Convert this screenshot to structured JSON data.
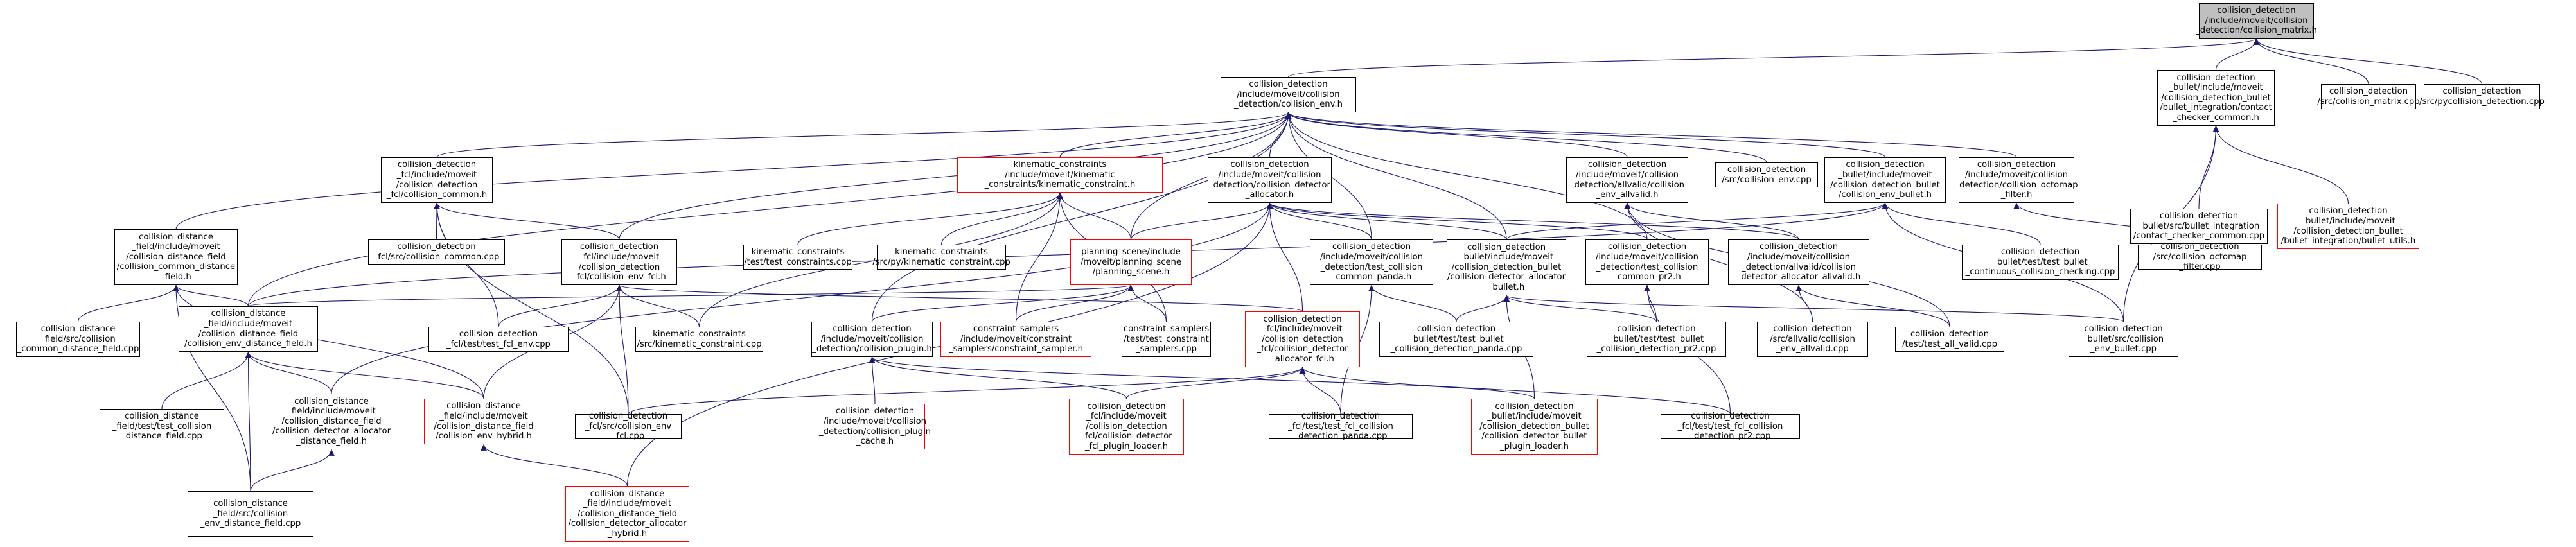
{
  "graph": {
    "edge_color": "#191970",
    "colors": {
      "normal_border": "#000000",
      "truncated_border": "#ff0000",
      "root_fill": "#bfbfbf"
    },
    "nodes": [
      {
        "id": "n1",
        "style": "root",
        "label": "collision_detection\n/include/moveit/collision\n_detection/collision_matrix.h"
      },
      {
        "id": "n2",
        "style": "normal",
        "label": "collision_detection\n/include/moveit/collision\n_detection/collision_env.h"
      },
      {
        "id": "n3",
        "style": "normal",
        "label": "collision_detection\n_bullet/include/moveit\n/collision_detection_bullet\n/bullet_integration/contact\n_checker_common.h"
      },
      {
        "id": "n4",
        "style": "normal",
        "label": "collision_detection\n/src/collision_matrix.cpp"
      },
      {
        "id": "n5",
        "style": "normal",
        "label": "collision_detection\n/src/pycollision_detection.cpp"
      },
      {
        "id": "n6",
        "style": "normal",
        "label": "collision_distance\n_field/include/moveit\n/collision_distance_field\n/collision_common_distance\n_field.h"
      },
      {
        "id": "n7",
        "style": "normal",
        "label": "collision_detection\n_fcl/include/moveit\n/collision_detection\n_fcl/collision_common.h"
      },
      {
        "id": "n8",
        "style": "red",
        "label": "kinematic_constraints\n/include/moveit/kinematic\n_constraints/kinematic_constraint.h"
      },
      {
        "id": "n9",
        "style": "normal",
        "label": "collision_detection\n/include/moveit/collision\n_detection/collision_detector\n_allocator.h"
      },
      {
        "id": "n10",
        "style": "normal",
        "label": "collision_detection\n/include/moveit/collision\n_detection/allvalid/collision\n_env_allvalid.h"
      },
      {
        "id": "n11",
        "style": "normal",
        "label": "collision_detection\n/src/collision_env.cpp"
      },
      {
        "id": "n12",
        "style": "normal",
        "label": "collision_detection\n_bullet/include/moveit\n/collision_detection_bullet\n/collision_env_bullet.h"
      },
      {
        "id": "n13",
        "style": "normal",
        "label": "collision_detection\n/include/moveit/collision\n_detection/collision_octomap\n_filter.h"
      },
      {
        "id": "n14",
        "style": "normal",
        "label": "collision_detection\n_bullet/src/bullet_integration\n/contact_checker_common.cpp"
      },
      {
        "id": "n15",
        "style": "red",
        "label": "collision_detection\n_bullet/include/moveit\n/collision_detection_bullet\n/bullet_integration/bullet_utils.h"
      },
      {
        "id": "n16",
        "style": "normal",
        "label": "collision_detection\n_fcl/src/collision_common.cpp"
      },
      {
        "id": "n17",
        "style": "normal",
        "label": "collision_detection\n_fcl/include/moveit\n/collision_detection\n_fcl/collision_env_fcl.h"
      },
      {
        "id": "n18",
        "style": "normal",
        "label": "kinematic_constraints\n/test/test_constraints.cpp"
      },
      {
        "id": "n19",
        "style": "normal",
        "label": "kinematic_constraints\n/src/py/kinematic_constraint.cpp"
      },
      {
        "id": "n20",
        "style": "red",
        "label": "planning_scene/include\n/moveit/planning_scene\n/planning_scene.h"
      },
      {
        "id": "n21",
        "style": "normal",
        "label": "collision_detection\n/include/moveit/collision\n_detection/test_collision\n_common_panda.h"
      },
      {
        "id": "n22",
        "style": "normal",
        "label": "collision_detection\n_bullet/include/moveit\n/collision_detection_bullet\n/collision_detector_allocator\n_bullet.h"
      },
      {
        "id": "n23",
        "style": "normal",
        "label": "collision_detection\n/include/moveit/collision\n_detection/test_collision\n_common_pr2.h"
      },
      {
        "id": "n24",
        "style": "normal",
        "label": "collision_detection\n/include/moveit/collision\n_detection/allvalid/collision\n_detector_allocator_allvalid.h"
      },
      {
        "id": "n25",
        "style": "normal",
        "label": "collision_detection\n_bullet/test/test_bullet\n_continuous_collision_checking.cpp"
      },
      {
        "id": "n26",
        "style": "normal",
        "label": "collision_detection\n/src/collision_octomap\n_filter.cpp"
      },
      {
        "id": "n27",
        "style": "normal",
        "label": "collision_detection\n_bullet/src/collision\n_env_bullet.cpp"
      },
      {
        "id": "n28",
        "style": "normal",
        "label": "collision_detection\n_fcl/test/test_fcl_env.cpp"
      },
      {
        "id": "n29",
        "style": "normal",
        "label": "kinematic_constraints\n/src/kinematic_constraint.cpp"
      },
      {
        "id": "n30",
        "style": "red",
        "label": "constraint_samplers\n/include/moveit/constraint\n_samplers/constraint_sampler.h"
      },
      {
        "id": "n31",
        "style": "normal",
        "label": "constraint_samplers\n/test/test_constraint\n_samplers.cpp"
      },
      {
        "id": "n32",
        "style": "normal",
        "label": "collision_detection\n/include/moveit/collision\n_detection/collision_plugin.h"
      },
      {
        "id": "n33",
        "style": "red",
        "label": "collision_detection\n_fcl/include/moveit\n/collision_detection\n_fcl/collision_detector\n_allocator_fcl.h"
      },
      {
        "id": "n34",
        "style": "normal",
        "label": "collision_detection\n_bullet/test/test_bullet\n_collision_detection_panda.cpp"
      },
      {
        "id": "n35",
        "style": "normal",
        "label": "collision_detection\n_bullet/test/test_bullet\n_collision_detection_pr2.cpp"
      },
      {
        "id": "n36",
        "style": "normal",
        "label": "collision_detection\n/src/allvalid/collision\n_env_allvalid.cpp"
      },
      {
        "id": "n37",
        "style": "normal",
        "label": "collision_detection\n/test/test_all_valid.cpp"
      },
      {
        "id": "n38",
        "style": "normal",
        "label": "collision_distance\n_field/include/moveit\n/collision_distance_field\n/collision_env_distance_field.h"
      },
      {
        "id": "n39",
        "style": "normal",
        "label": "collision_distance\n_field/src/collision\n_common_distance_field.cpp"
      },
      {
        "id": "n40",
        "style": "normal",
        "label": "collision_distance\n_field/test/test_collision\n_distance_field.cpp"
      },
      {
        "id": "n41",
        "style": "normal",
        "label": "collision_distance\n_field/include/moveit\n/collision_distance_field\n/collision_detector_allocator\n_distance_field.h"
      },
      {
        "id": "n42",
        "style": "red",
        "label": "collision_distance\n_field/include/moveit\n/collision_distance_field\n/collision_env_hybrid.h"
      },
      {
        "id": "n43",
        "style": "normal",
        "label": "collision_detection\n_fcl/src/collision_env\n_fcl.cpp"
      },
      {
        "id": "n44",
        "style": "red",
        "label": "collision_detection\n/include/moveit/collision\n_detection/collision_plugin\n_cache.h"
      },
      {
        "id": "n45",
        "style": "red",
        "label": "collision_detection\n_fcl/include/moveit\n/collision_detection\n_fcl/collision_detector\n_fcl_plugin_loader.h"
      },
      {
        "id": "n46",
        "style": "normal",
        "label": "collision_detection\n_fcl/test/test_fcl_collision\n_detection_panda.cpp"
      },
      {
        "id": "n47",
        "style": "red",
        "label": "collision_detection\n_bullet/include/moveit\n/collision_detection_bullet\n/collision_detector_bullet\n_plugin_loader.h"
      },
      {
        "id": "n48",
        "style": "normal",
        "label": "collision_detection\n_fcl/test/test_fcl_collision\n_detection_pr2.cpp"
      },
      {
        "id": "n49",
        "style": "normal",
        "label": "collision_distance\n_field/src/collision\n_env_distance_field.cpp"
      },
      {
        "id": "n50",
        "style": "red",
        "label": "collision_distance\n_field/include/moveit\n/collision_distance_field\n/collision_detector_allocator\n_hybrid.h"
      }
    ],
    "edges": [
      [
        "n1",
        "n2"
      ],
      [
        "n1",
        "n3"
      ],
      [
        "n1",
        "n4"
      ],
      [
        "n1",
        "n5"
      ],
      [
        "n3",
        "n14"
      ],
      [
        "n3",
        "n15"
      ],
      [
        "n3",
        "n27"
      ],
      [
        "n2",
        "n6"
      ],
      [
        "n2",
        "n7"
      ],
      [
        "n2",
        "n8"
      ],
      [
        "n2",
        "n9"
      ],
      [
        "n2",
        "n10"
      ],
      [
        "n2",
        "n11"
      ],
      [
        "n2",
        "n12"
      ],
      [
        "n2",
        "n13"
      ],
      [
        "n2",
        "n17"
      ],
      [
        "n2",
        "n20"
      ],
      [
        "n2",
        "n21"
      ],
      [
        "n2",
        "n22"
      ],
      [
        "n2",
        "n23"
      ],
      [
        "n2",
        "n32"
      ],
      [
        "n2",
        "n38"
      ],
      [
        "n6",
        "n38"
      ],
      [
        "n6",
        "n39"
      ],
      [
        "n6",
        "n49"
      ],
      [
        "n6",
        "n42"
      ],
      [
        "n7",
        "n16"
      ],
      [
        "n7",
        "n17"
      ],
      [
        "n7",
        "n28"
      ],
      [
        "n7",
        "n43"
      ],
      [
        "n8",
        "n18"
      ],
      [
        "n8",
        "n19"
      ],
      [
        "n8",
        "n20"
      ],
      [
        "n8",
        "n29"
      ],
      [
        "n8",
        "n30"
      ],
      [
        "n8",
        "n31"
      ],
      [
        "n9",
        "n20"
      ],
      [
        "n9",
        "n21"
      ],
      [
        "n9",
        "n22"
      ],
      [
        "n9",
        "n24"
      ],
      [
        "n9",
        "n33"
      ],
      [
        "n9",
        "n41"
      ],
      [
        "n9",
        "n50"
      ],
      [
        "n9",
        "n23"
      ],
      [
        "n10",
        "n24"
      ],
      [
        "n10",
        "n36"
      ],
      [
        "n10",
        "n37"
      ],
      [
        "n12",
        "n22"
      ],
      [
        "n12",
        "n25"
      ],
      [
        "n12",
        "n27"
      ],
      [
        "n12",
        "n38"
      ],
      [
        "n13",
        "n26"
      ],
      [
        "n17",
        "n28"
      ],
      [
        "n17",
        "n29"
      ],
      [
        "n17",
        "n33"
      ],
      [
        "n17",
        "n42"
      ],
      [
        "n17",
        "n43"
      ],
      [
        "n20",
        "n30"
      ],
      [
        "n20",
        "n31"
      ],
      [
        "n20",
        "n32"
      ],
      [
        "n20",
        "n38"
      ],
      [
        "n21",
        "n34"
      ],
      [
        "n21",
        "n46"
      ],
      [
        "n22",
        "n34"
      ],
      [
        "n22",
        "n35"
      ],
      [
        "n22",
        "n47"
      ],
      [
        "n22",
        "n27"
      ],
      [
        "n23",
        "n35"
      ],
      [
        "n23",
        "n48"
      ],
      [
        "n24",
        "n36"
      ],
      [
        "n24",
        "n37"
      ],
      [
        "n32",
        "n44"
      ],
      [
        "n32",
        "n45"
      ],
      [
        "n32",
        "n47"
      ],
      [
        "n33",
        "n45"
      ],
      [
        "n33",
        "n46"
      ],
      [
        "n33",
        "n48"
      ],
      [
        "n33",
        "n43"
      ],
      [
        "n38",
        "n40"
      ],
      [
        "n38",
        "n41"
      ],
      [
        "n38",
        "n42"
      ],
      [
        "n38",
        "n49"
      ],
      [
        "n41",
        "n49"
      ],
      [
        "n42",
        "n50"
      ]
    ]
  }
}
